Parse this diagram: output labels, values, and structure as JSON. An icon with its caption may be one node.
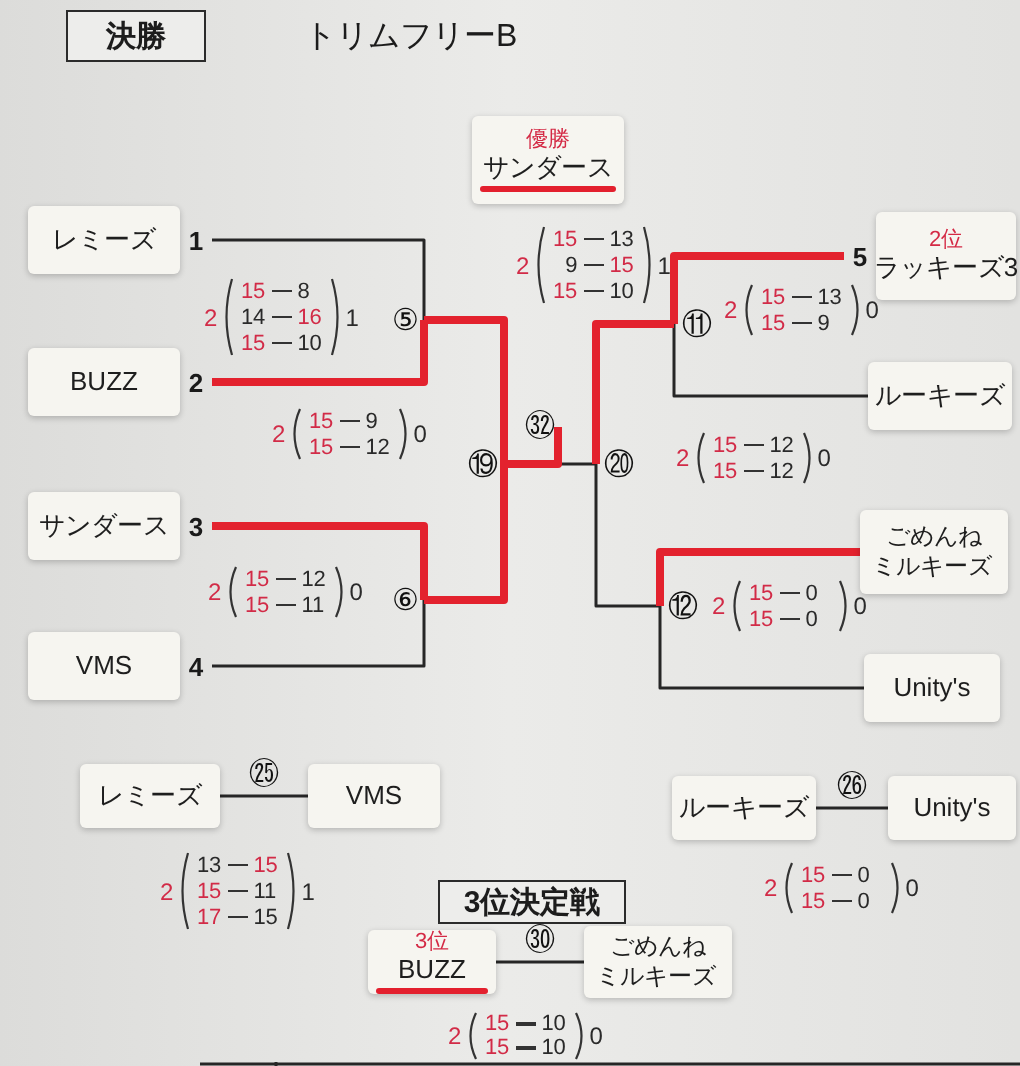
{
  "diagram": {
    "title": "トリムフリーB",
    "nodes": [
      {
        "text": [
          "決勝"
        ]
      },
      {
        "text": [
          "優勝",
          "サンダース"
        ]
      },
      {
        "text": [
          "レミーズ"
        ],
        "beside": [
          "1"
        ]
      },
      {
        "text": [
          "BUZZ"
        ],
        "beside": [
          "2"
        ]
      },
      {
        "text": [
          "サンダース"
        ],
        "beside": [
          "3"
        ]
      },
      {
        "text": [
          "VMS"
        ],
        "beside": [
          "4"
        ]
      },
      {
        "text": [
          "⑤"
        ]
      },
      {
        "text": [
          "⑥"
        ]
      },
      {
        "text": [
          "⑲"
        ]
      },
      {
        "text": [
          "㉜"
        ]
      },
      {
        "text": [
          "⑳"
        ]
      },
      {
        "text": [
          "⑪"
        ]
      },
      {
        "text": [
          "⑫"
        ]
      },
      {
        "text": [
          "2位",
          "ラッキーズ3"
        ],
        "beside": [
          "5"
        ]
      },
      {
        "text": [
          "ルーキーズ"
        ]
      },
      {
        "text": [
          "ごめんねミルキーズ"
        ]
      },
      {
        "text": [
          "Unity's"
        ]
      },
      {
        "text": [
          "レミーズ"
        ]
      },
      {
        "text": [
          "VMS"
        ]
      },
      {
        "text": [
          "ルーキーズ"
        ]
      },
      {
        "text": [
          "Unity's"
        ]
      },
      {
        "text": [
          "3位決定戦"
        ]
      },
      {
        "text": [
          "3位",
          "BUZZ"
        ]
      },
      {
        "text": [
          "ごめんねミルキーズ"
        ]
      }
    ],
    "edges": [
      {
        "from": 2,
        "to": 6,
        "arrow": "none"
      },
      {
        "from": 3,
        "to": 6,
        "arrow": "none",
        "style": "thick",
        "color": "#e3222e"
      },
      {
        "from": 4,
        "to": 7,
        "arrow": "none",
        "style": "thick",
        "color": "#e3222e"
      },
      {
        "from": 5,
        "to": 7,
        "arrow": "none"
      },
      {
        "from": 6,
        "to": 8,
        "arrow": "none",
        "style": "thick",
        "color": "#e3222e"
      },
      {
        "from": 7,
        "to": 8,
        "arrow": "none",
        "style": "thick",
        "color": "#e3222e"
      },
      {
        "from": 8,
        "to": 9,
        "arrow": "none",
        "style": "thick",
        "color": "#e3222e"
      },
      {
        "from": 10,
        "to": 9,
        "arrow": "none"
      },
      {
        "from": 11,
        "to": 10,
        "arrow": "none",
        "style": "thick",
        "color": "#e3222e"
      },
      {
        "from": 12,
        "to": 10,
        "arrow": "none"
      },
      {
        "from": 13,
        "to": 11,
        "arrow": "none",
        "style": "thick",
        "color": "#e3222e"
      },
      {
        "from": 14,
        "to": 11,
        "arrow": "none"
      },
      {
        "from": 15,
        "to": 12,
        "arrow": "none",
        "style": "thick",
        "color": "#e3222e"
      },
      {
        "from": 16,
        "to": 12,
        "arrow": "none"
      },
      {
        "from": 17,
        "to": 18,
        "arrow": "none",
        "label": "㉕"
      },
      {
        "from": 19,
        "to": 20,
        "arrow": "none",
        "label": "㉖"
      },
      {
        "from": 22,
        "to": 23,
        "arrow": "none",
        "label": "㉚"
      }
    ],
    "labels": [
      "2",
      "15",
      "13",
      "9",
      "15",
      "15",
      "10",
      "1",
      "2",
      "15",
      "8",
      "14",
      "16",
      "15",
      "10",
      "1",
      "2",
      "15",
      "13",
      "15",
      "9",
      "0",
      "2",
      "15",
      "9",
      "15",
      "12",
      "0",
      "2",
      "15",
      "12",
      "15",
      "12",
      "0",
      "2",
      "15",
      "12",
      "15",
      "11",
      "0",
      "2",
      "15",
      "0",
      "15",
      "0",
      "0",
      "2",
      "13",
      "15",
      "15",
      "11",
      "17",
      "15",
      "1",
      "2",
      "15",
      "0",
      "15",
      "0",
      "0",
      "2",
      "15",
      "10",
      "15",
      "10",
      "0"
    ]
  }
}
